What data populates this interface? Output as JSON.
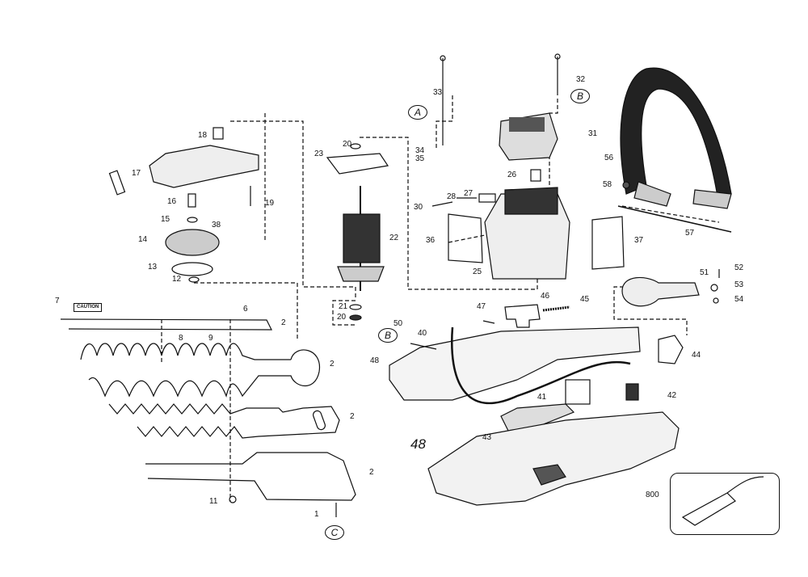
{
  "title": "Hedge trimmer exploded parts diagram",
  "labels": [
    "33",
    "A",
    "32",
    "B",
    "31",
    "34",
    "35",
    "26",
    "27",
    "28",
    "30",
    "36",
    "25",
    "37",
    "56",
    "58",
    "57",
    "18",
    "17",
    "16",
    "19",
    "15",
    "14",
    "38",
    "13",
    "12",
    "20",
    "23",
    "22",
    "21",
    "20",
    "7",
    "CAUTION",
    "6",
    "2",
    "8",
    "9",
    "2",
    "2",
    "2",
    "11",
    "1",
    "C",
    "51",
    "52",
    "53",
    "54",
    "46",
    "45",
    "47",
    "50",
    "B",
    "40",
    "48",
    "44",
    "41",
    "42",
    "43",
    "48",
    "800"
  ]
}
